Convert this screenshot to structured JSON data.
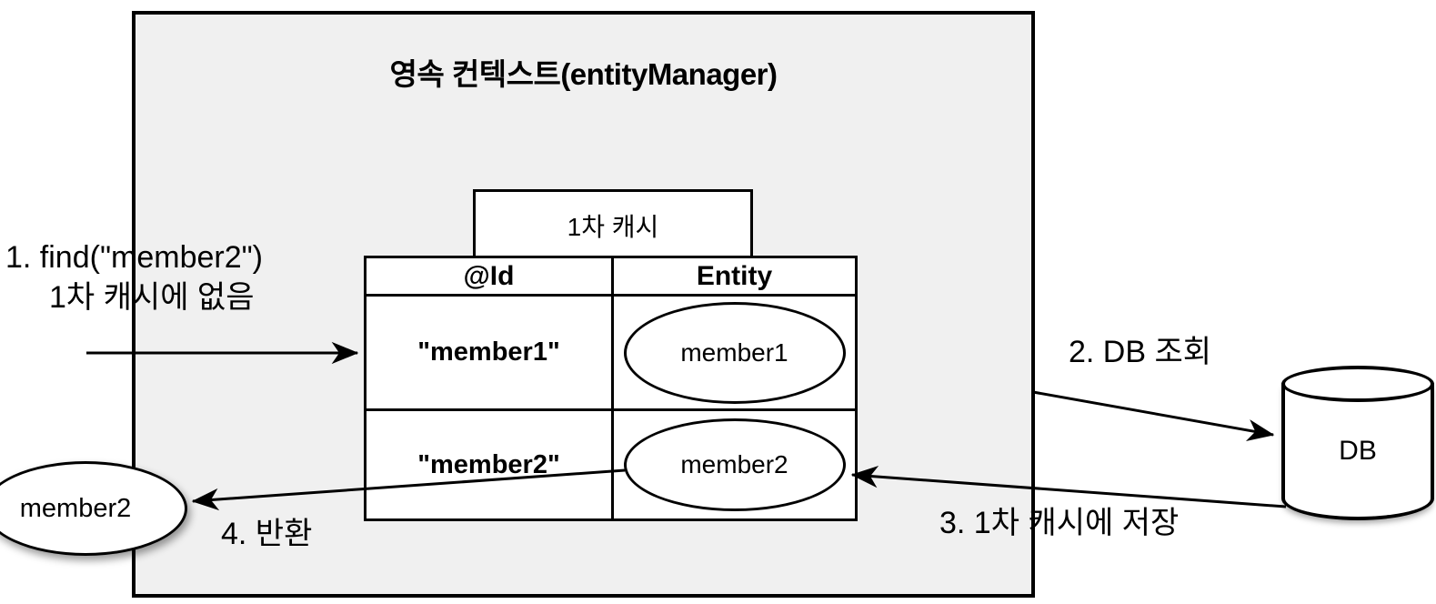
{
  "colors": {
    "context_box_fill": "#f0f0f0",
    "stroke": "#000000",
    "cell_fill": "#ffffff"
  },
  "persistence_context": {
    "title": "영속 컨텍스트(entityManager)"
  },
  "first_level_cache": {
    "label": "1차 캐시",
    "table": {
      "headers": {
        "id": "@Id",
        "entity": "Entity"
      },
      "rows": [
        {
          "id": "\"member1\"",
          "entity": "member1"
        },
        {
          "id": "\"member2\"",
          "entity": "member2"
        }
      ]
    }
  },
  "database": {
    "label": "DB"
  },
  "returned_entity": {
    "label": "member2"
  },
  "steps": {
    "step1_line1": "1. find(\"member2\")",
    "step1_line2": "1차 캐시에 없음",
    "step2": "2. DB 조회",
    "step3": "3. 1차 캐시에 저장",
    "step4": "4. 반환"
  }
}
